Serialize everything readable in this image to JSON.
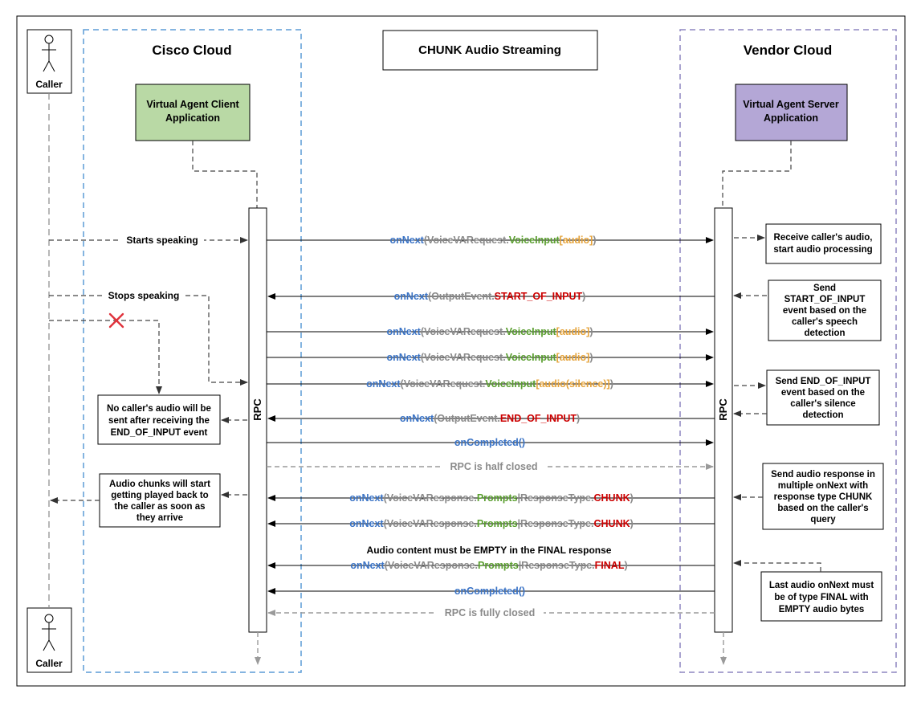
{
  "title": "CHUNK Audio Streaming",
  "clouds": {
    "cisco": "Cisco Cloud",
    "vendor": "Vendor Cloud"
  },
  "actors": {
    "caller_top": "Caller",
    "caller_bottom": "Caller"
  },
  "apps": {
    "client": [
      "Virtual Agent Client",
      "Application"
    ],
    "server": [
      "Virtual Agent Server",
      "Application"
    ]
  },
  "rpc": {
    "left": "RPC",
    "right": "RPC"
  },
  "colors": {
    "method": "#3b74c6",
    "type": "#8a8a8a",
    "field": "#5a9e2f",
    "payload": "#e5a33a",
    "event": "#cc0000",
    "cisco_border": "#5b9bd5",
    "vendor_border": "#8e86c0",
    "client_fill": "#b9d9a5",
    "server_fill": "#b4a7d6"
  },
  "caller_labels": {
    "starts": "Starts speaking",
    "stops": "Stops speaking"
  },
  "notes": {
    "no_audio": [
      "No caller's audio will be",
      "sent after receiving the",
      "END_OF_INPUT event"
    ],
    "chunks_played": [
      "Audio chunks will start",
      "getting played back to",
      "the caller as soon as",
      "they arrive"
    ],
    "receive_audio": [
      "Receive caller's audio,",
      "start audio processing"
    ],
    "send_start": [
      "Send",
      "START_OF_INPUT",
      "event based on the",
      "caller's speech",
      "detection"
    ],
    "send_end": [
      "Send END_OF_INPUT",
      "event based on the",
      "caller's silence",
      "detection"
    ],
    "send_response": [
      "Send audio response in",
      "multiple onNext with",
      "response type CHUNK",
      "based on the caller's",
      "query"
    ],
    "last_onnext": [
      "Last audio onNext must",
      "be of type FINAL with",
      "EMPTY audio bytes"
    ]
  },
  "final_note": "Audio content must be EMPTY in the FINAL response",
  "messages": [
    {
      "segments": [
        [
          "onNext",
          "method"
        ],
        [
          "(",
          "type"
        ],
        [
          "VoiceVARequest.",
          "type"
        ],
        [
          "VoiceInput",
          "field"
        ],
        [
          "[audio]",
          "payload"
        ],
        [
          ")",
          "type"
        ]
      ]
    },
    {
      "segments": [
        [
          "onNext",
          "method"
        ],
        [
          "(",
          "type"
        ],
        [
          "OutputEvent.",
          "type"
        ],
        [
          "START_OF_INPUT",
          "event"
        ],
        [
          ")",
          "type"
        ]
      ]
    },
    {
      "segments": [
        [
          "onNext",
          "method"
        ],
        [
          "(",
          "type"
        ],
        [
          "VoiceVARequest.",
          "type"
        ],
        [
          "VoiceInput",
          "field"
        ],
        [
          "[audio]",
          "payload"
        ],
        [
          ")",
          "type"
        ]
      ]
    },
    {
      "segments": [
        [
          "onNext",
          "method"
        ],
        [
          "(",
          "type"
        ],
        [
          "VoiceVARequest.",
          "type"
        ],
        [
          "VoiceInput",
          "field"
        ],
        [
          "[audio]",
          "payload"
        ],
        [
          ")",
          "type"
        ]
      ]
    },
    {
      "segments": [
        [
          "onNext",
          "method"
        ],
        [
          "(",
          "type"
        ],
        [
          "VoiceVARequest.",
          "type"
        ],
        [
          "VoiceInput",
          "field"
        ],
        [
          "[audio(silence)]",
          "payload"
        ],
        [
          ")",
          "type"
        ]
      ]
    },
    {
      "segments": [
        [
          "onNext",
          "method"
        ],
        [
          "(",
          "type"
        ],
        [
          "OutputEvent.",
          "type"
        ],
        [
          "END_OF_INPUT",
          "event"
        ],
        [
          ")",
          "type"
        ]
      ]
    },
    {
      "segments": [
        [
          "onCompleted()",
          "method"
        ]
      ]
    },
    {
      "segments": [
        [
          "RPC is half closed",
          "type"
        ]
      ]
    },
    {
      "segments": [
        [
          "onNext",
          "method"
        ],
        [
          "(",
          "type"
        ],
        [
          "VoiceVAResponse.",
          "type"
        ],
        [
          "Prompts",
          "field"
        ],
        [
          "|ResponseType.",
          "type"
        ],
        [
          "CHUNK",
          "event"
        ],
        [
          ")",
          "type"
        ]
      ]
    },
    {
      "segments": [
        [
          "onNext",
          "method"
        ],
        [
          "(",
          "type"
        ],
        [
          "VoiceVAResponse.",
          "type"
        ],
        [
          "Prompts",
          "field"
        ],
        [
          "|ResponseType.",
          "type"
        ],
        [
          "CHUNK",
          "event"
        ],
        [
          ")",
          "type"
        ]
      ]
    },
    {
      "segments": [
        [
          "onNext",
          "method"
        ],
        [
          "(",
          "type"
        ],
        [
          "VoiceVAResponse.",
          "type"
        ],
        [
          "Prompts",
          "field"
        ],
        [
          "|ResponseType.",
          "type"
        ],
        [
          "FINAL",
          "event"
        ],
        [
          ")",
          "type"
        ]
      ]
    },
    {
      "segments": [
        [
          "onCompleted()",
          "method"
        ]
      ]
    },
    {
      "segments": [
        [
          "RPC is fully closed",
          "type"
        ]
      ]
    }
  ]
}
